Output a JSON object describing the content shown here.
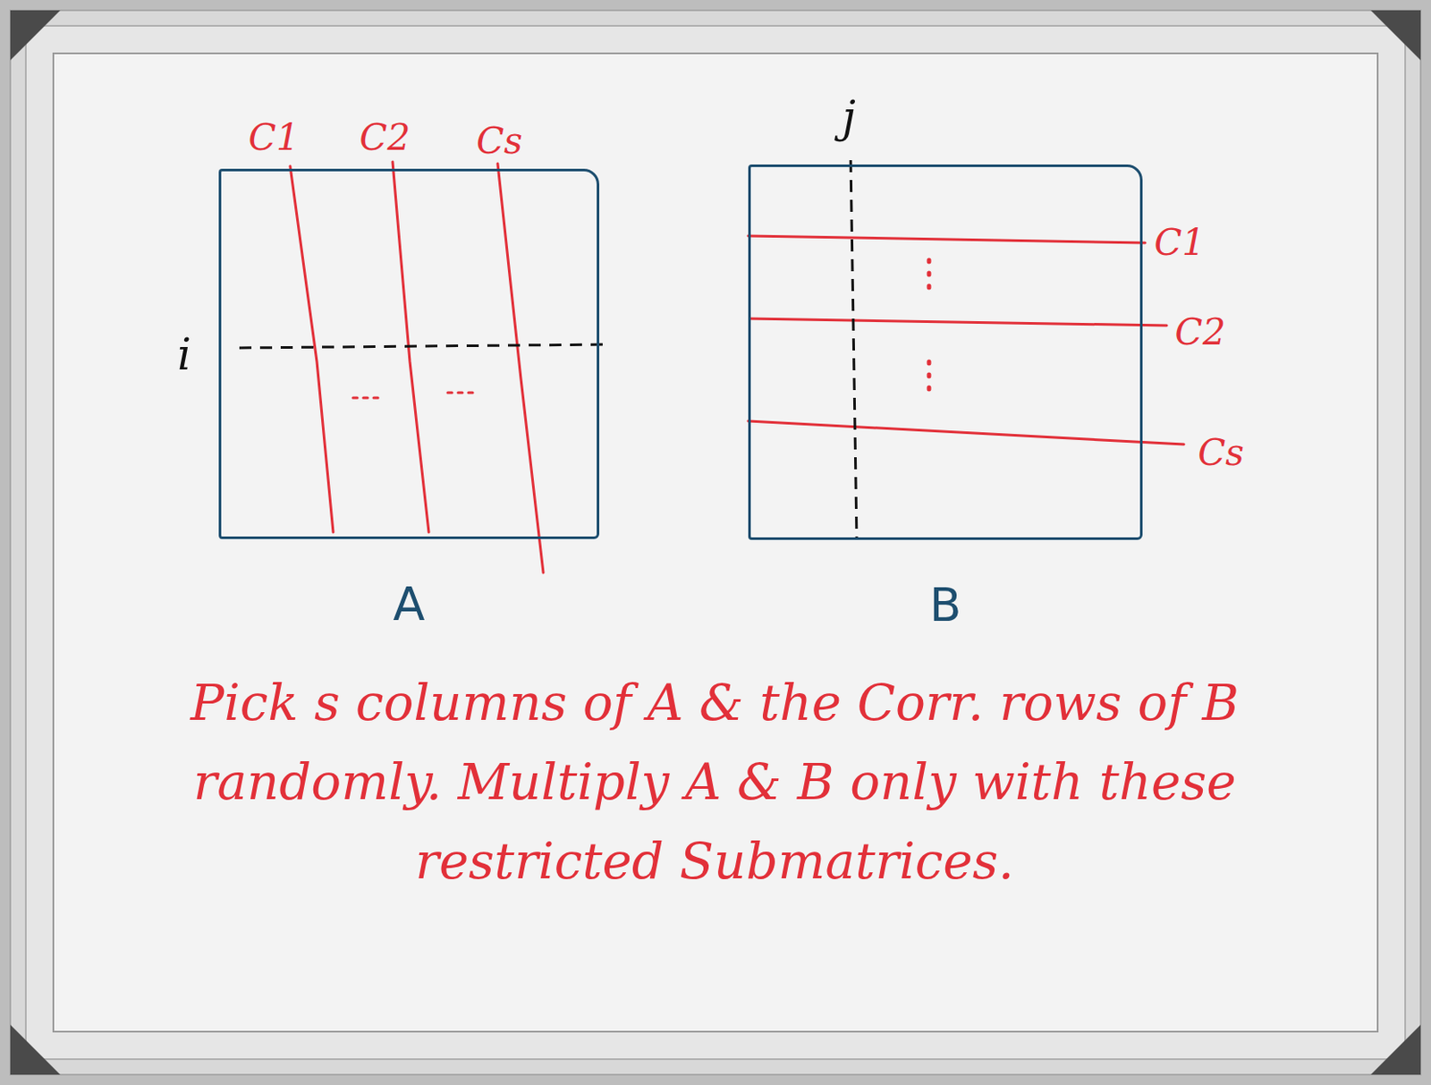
{
  "diagram": {
    "nodes": [
      {
        "text": [
          "A"
        ]
      },
      {
        "text": [
          "B"
        ]
      }
    ],
    "labels": [
      "C1",
      "C2",
      "Cs",
      "i",
      "j",
      "C1",
      "C2",
      "Cs",
      "Pick s columns of A & the Corr. rows of B randomly. Multiply A & B only with these restricted Submatrices."
    ]
  }
}
